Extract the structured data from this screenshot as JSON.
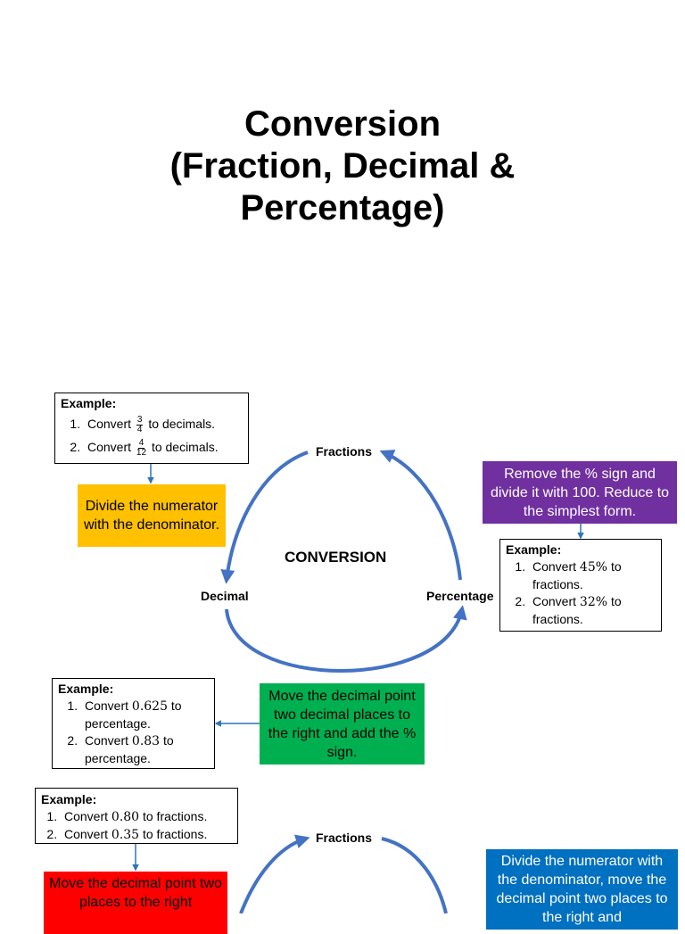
{
  "title": {
    "line1": "Conversion",
    "line2": "(Fraction, Decimal &",
    "line3": "Percentage)"
  },
  "cycle1": {
    "fractions": "Fractions",
    "decimal": "Decimal",
    "percentage": "Percentage",
    "center": "CONVERSION"
  },
  "cycle2": {
    "fractions": "Fractions"
  },
  "example_frac_to_dec": {
    "heading": "Example:",
    "item1_pre": "Convert",
    "item1_num": "3",
    "item1_den": "4",
    "item1_post": "to decimals.",
    "item2_pre": "Convert",
    "item2_num": "4",
    "item2_den": "12",
    "item2_post": "to decimals."
  },
  "note_frac_to_dec": "Divide the numerator with the denominator.",
  "note_pct_to_frac": "Remove the % sign and divide it with 100. Reduce to the simplest form.",
  "example_pct_to_frac": {
    "heading": "Example:",
    "item1_pre": "Convert",
    "item1_val": "45%",
    "item1_post": "to fractions.",
    "item2_pre": "Convert",
    "item2_val": "32%",
    "item2_post": "to fractions."
  },
  "example_dec_to_pct": {
    "heading": "Example:",
    "item1_pre": "Convert",
    "item1_val": "0.625",
    "item1_post": "to percentage.",
    "item2_pre": "Convert",
    "item2_val": "0.83",
    "item2_post": "to percentage."
  },
  "note_dec_to_pct": "Move the decimal point two decimal places to the right and add the % sign.",
  "example_dec_to_frac": {
    "heading": "Example:",
    "item1_pre": "Convert",
    "item1_val": "0.80",
    "item1_post": "to fractions.",
    "item2_pre": "Convert",
    "item2_val": "0.35",
    "item2_post": "to fractions."
  },
  "note_dec_move": "Move the decimal point two places to the right",
  "note_frac_divide": "Divide the numerator with the denominator, move the decimal point two places to the right and",
  "colors": {
    "arrow": "#4472C4",
    "connector": "#2E75B6",
    "orange": "#FFC000",
    "purple": "#7030A0",
    "green": "#00B050",
    "red": "#FF0000",
    "blue": "#0070C0"
  }
}
